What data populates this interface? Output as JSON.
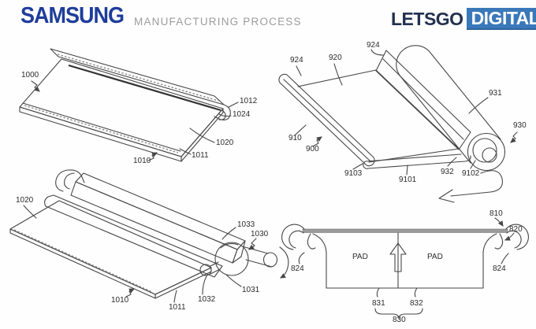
{
  "header": {
    "samsung_logo": "SAMSUNG",
    "title": "MANUFACTURING PROCESS",
    "letsgo_text": "LETSGO",
    "digital_text": "DIGITAL"
  },
  "colors": {
    "samsung_blue": "#1e3d9b",
    "letsgo_navy": "#22304f",
    "digital_blue": "#3a78ba",
    "title_gray": "#9c9c9c",
    "line_art": "#474747"
  },
  "figures": {
    "unrolled_device": {
      "labels": {
        "n1000": "1000",
        "n1012": "1012",
        "n1024": "1024",
        "n1020": "1020",
        "n1011": "1011",
        "n1010": "1010"
      }
    },
    "rolled_device": {
      "labels": {
        "n924a": "924",
        "n920": "920",
        "n924b": "924",
        "n931": "931",
        "n910": "910",
        "n900": "900",
        "n930": "930",
        "n9103": "9103",
        "n9101": "9101",
        "n932": "932",
        "n9102": "9102"
      }
    },
    "roller_mechanism": {
      "labels": {
        "n1020": "1020",
        "n1033": "1033",
        "n1030": "1030",
        "n1031": "1031",
        "n1032": "1032",
        "n1011": "1011",
        "n1010": "1010"
      }
    },
    "cross_section": {
      "labels": {
        "n810": "810",
        "n820": "820",
        "n824l": "824",
        "n824r": "824",
        "pad_left": "PAD",
        "pad_right": "PAD",
        "n831": "831",
        "n832": "832",
        "n830": "830"
      }
    }
  }
}
